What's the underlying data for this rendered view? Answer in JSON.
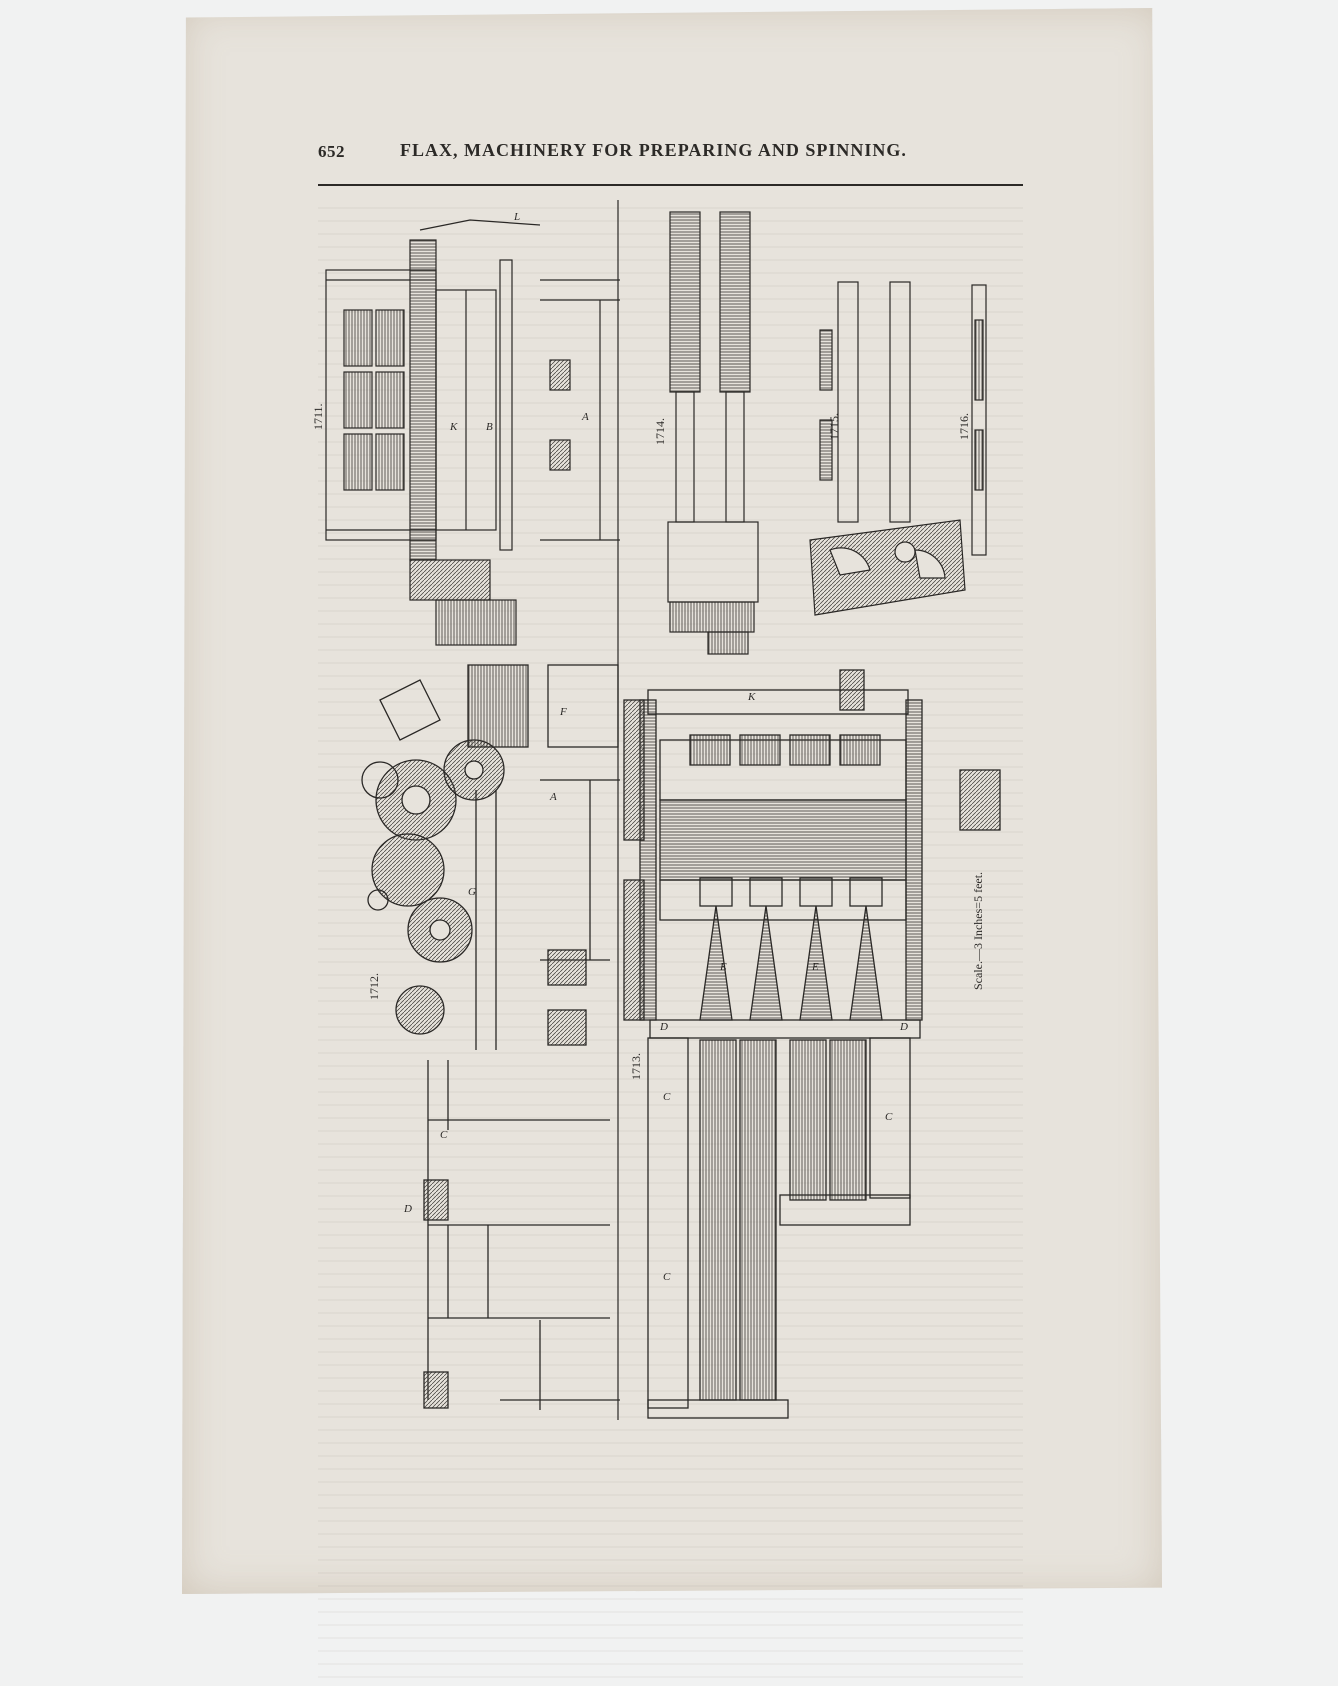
{
  "header": {
    "page_number": "652",
    "title": "FLAX, MACHINERY FOR PREPARING AND SPINNING."
  },
  "figures": {
    "fig1711": "1711.",
    "fig1712": "1712.",
    "fig1713": "1713.",
    "fig1714": "1714.",
    "fig1715": "1715.",
    "fig1716": "1716."
  },
  "scale_note": "Scale.—3 Inches=5 feet.",
  "part_letters": {
    "A": "A",
    "B": "B",
    "C": "C",
    "D": "D",
    "E": "E",
    "F": "F",
    "G": "G",
    "K": "K",
    "L": "L"
  }
}
